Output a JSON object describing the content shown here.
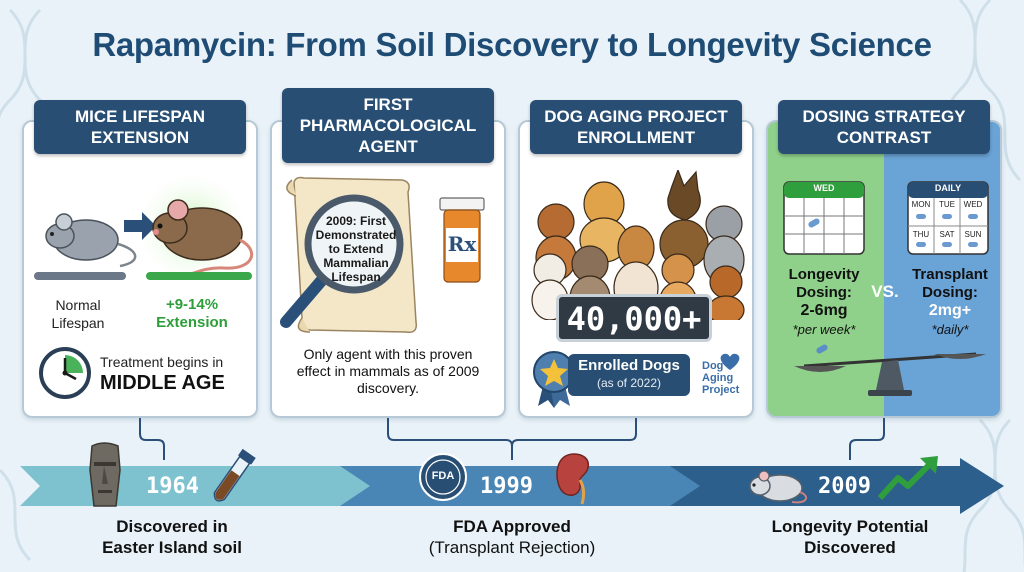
{
  "title": "Rapamycin: From Soil Discovery to Longevity Science",
  "panels": {
    "mice": {
      "heading": "MICE LIFESPAN EXTENSION",
      "normal_label": "Normal Lifespan",
      "extension_value": "+9-14%",
      "extension_label": "Extension",
      "treatment_text": "Treatment begins in",
      "treatment_emphasis": "MIDDLE AGE"
    },
    "agent": {
      "heading": "FIRST PHARMACOLOGICAL AGENT",
      "magnifier_text": "2009: First Demonstrated to Extend Mammalian Lifespan",
      "bottle_label": "Rx",
      "caption": "Only agent with this proven effect in mammals as of 2009 discovery."
    },
    "dogs": {
      "heading": "DOG AGING PROJECT ENROLLMENT",
      "count": "40,000+",
      "enrolled_label": "Enrolled Dogs",
      "enrolled_date": "(as of 2022)",
      "logo_line1": "Dog",
      "logo_line2": "Aging",
      "logo_line3": "Project"
    },
    "dosing": {
      "heading": "DOSING STRATEGY CONTRAST",
      "cal_left_label": "WED",
      "cal_right_label": "DAILY",
      "days_row1": [
        "MON",
        "TUE",
        "WED"
      ],
      "days_row2": [
        "THU",
        "SAT",
        "SUN"
      ],
      "longevity_line1": "Longevity",
      "longevity_line2": "Dosing:",
      "longevity_amount": "2-6mg",
      "longevity_freq": "*per week*",
      "vs": "VS.",
      "transplant_line1": "Transplant",
      "transplant_line2": "Dosing:",
      "transplant_amount": "2mg+",
      "transplant_freq": "*daily*"
    }
  },
  "timeline": {
    "events": [
      {
        "year": "1964",
        "label_line1": "Discovered in",
        "label_line2": "Easter Island soil"
      },
      {
        "year": "1999",
        "badge": "FDA",
        "label_line1": "FDA Approved",
        "label_line2": "(Transplant Rejection)"
      },
      {
        "year": "2009",
        "label_line1": "Longevity Potential",
        "label_line2": "Discovered"
      }
    ]
  },
  "colors": {
    "title": "#1f4c74",
    "panel_header": "#284e74",
    "accent_green": "#2e9e3a",
    "dosing_green": "#8fd18a",
    "dosing_blue": "#6aa3d6",
    "timeline_light": "#7fc2cf",
    "timeline_dark": "#2c5f8c"
  }
}
